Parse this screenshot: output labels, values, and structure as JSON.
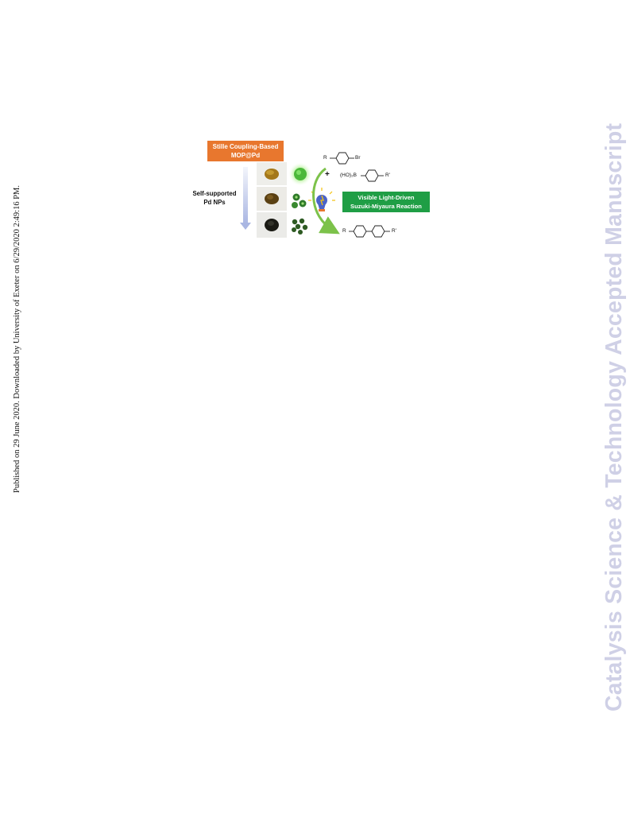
{
  "side_note": "Published on 29 June 2020. Downloaded by University of Exeter on 6/29/2020 2:49:16 PM.",
  "watermark": "Catalysis Science & Technology Accepted Manuscript",
  "graphic": {
    "top_box_line1": "Stille Coupling-Based",
    "top_box_line2": "MOP@Pd",
    "left_label_line1": "Self-supported",
    "left_label_line2": "Pd NPs",
    "reaction_box_line1": "Visible Light-Driven",
    "reaction_box_line2": "Suzuki-Miyaura Reaction",
    "reactant1_r": "R",
    "reactant1_br": "Br",
    "plus": "+",
    "reactant2_b": "(HO)₂B",
    "reactant2_r": "R'",
    "product_r": "R",
    "product_r2": "R'",
    "colors": {
      "orange_box": "#e8772e",
      "green_box": "#1f9e45",
      "watermark": "#cfd0e6",
      "arrow_green": "#7cc24a"
    }
  }
}
